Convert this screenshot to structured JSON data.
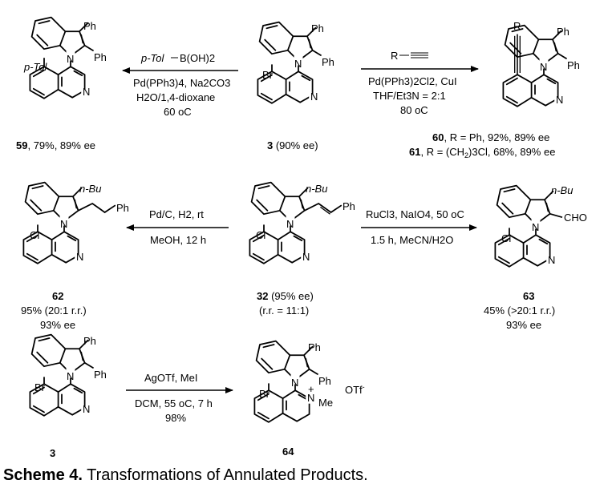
{
  "caption": {
    "label": "Scheme 4.",
    "text": "Transformations of Annulated Products."
  },
  "atoms": {
    "N": "N",
    "Ph": "Ph",
    "Br": "Br",
    "Cl": "Cl",
    "nBu": "n-Bu",
    "pTol": "p-Tol",
    "R": "R",
    "CHO": "CHO",
    "Me": "Me",
    "plus": "+",
    "OTf": "OTf",
    "minus": "-"
  },
  "compounds": {
    "c3_top": {
      "label": "3",
      "note": " (90% ee)"
    },
    "c59": {
      "label": "59",
      "note": ", 79%, 89% ee"
    },
    "c60": {
      "label": "60",
      "note": ", R = Ph, 92%, 89% ee"
    },
    "c61": {
      "label": "61",
      "note_pre": ", R = (CH",
      "sub": "2",
      "note_post": ")3Cl, 68%, 89% ee"
    },
    "c32": {
      "label": "32",
      "note": " (95% ee)",
      "rr": "(r.r. = 11:1)"
    },
    "c62": {
      "label": "62",
      "line1": "95% (20:1 r.r.)",
      "line2": "93% ee"
    },
    "c63": {
      "label": "63",
      "line1": "45% (>20:1 r.r.)",
      "line2": "93% ee"
    },
    "c3_bottom": {
      "label": "3"
    },
    "c64": {
      "label": "64"
    }
  },
  "conditions": {
    "r59": {
      "above": "p-Tol",
      "above2": "B(OH)2",
      "l1": "Pd(PPh3)4, Na2CO3",
      "l2": "H2O/1,4-dioxane",
      "l3": "60 oC"
    },
    "r60": {
      "above": "R",
      "l1": "Pd(PPh3)2Cl2, CuI",
      "l2": "THF/Et3N = 2:1",
      "l3": "80 oC"
    },
    "r62": {
      "l1": "Pd/C, H2, rt",
      "l2": "MeOH, 12 h"
    },
    "r63": {
      "l1": "RuCl3, NaIO4, 50 oC",
      "l2": "1.5 h, MeCN/H2O"
    },
    "r64": {
      "l1": "AgOTf, MeI",
      "l2": "DCM, 55 oC, 7 h",
      "l3": "98%"
    }
  }
}
